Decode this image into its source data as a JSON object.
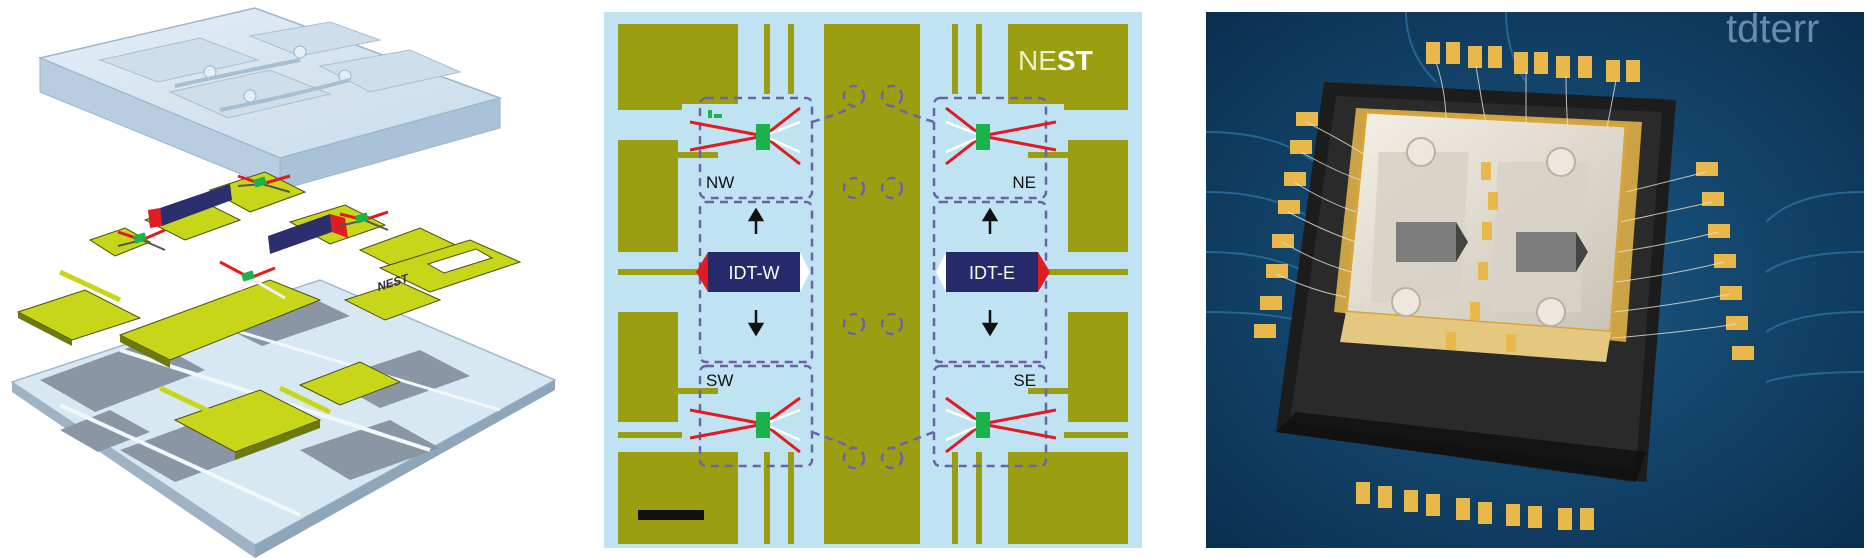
{
  "panel_a": {
    "logo_text": "NEST"
  },
  "panel_b": {
    "logo_prefix": "NE",
    "logo_suffix": "ST",
    "quadrants": {
      "nw": "NW",
      "ne": "NE",
      "sw": "SW",
      "se": "SE"
    },
    "transducers": {
      "west": "IDT-W",
      "east": "IDT-E"
    }
  },
  "panel_c": {
    "corner_text": "tdterr"
  },
  "colors": {
    "substrate": "#bfe3f3",
    "electrode": "#9c9e12",
    "idt_body": "#262a6b",
    "red_lead": "#e11b22",
    "green_pad": "#1bb24b",
    "dashed_region": "#6b63a8",
    "pcb": "#0d3d63",
    "gold": "#e8b94a"
  }
}
